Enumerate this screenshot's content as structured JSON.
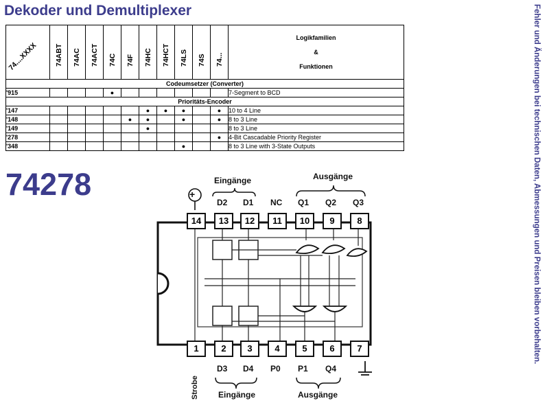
{
  "title": "Dekoder und Demultiplexer",
  "side_note": "Fehler und Änderungen bei technischen Daten, Abmessungen und Preisen bleiben vorbehalten.",
  "table": {
    "first_header": "74....XXXX",
    "columns": [
      "74ABT",
      "74AC",
      "74ACT",
      "74C",
      "74F",
      "74HC",
      "74HCT",
      "74LS",
      "74S",
      "74..."
    ],
    "header_right": [
      "Logikfamilien",
      "&",
      "Funktionen"
    ],
    "sections": [
      {
        "title": "Codeumsetzer (Converter)",
        "rows": [
          {
            "part": "'915",
            "dots": [
              false,
              false,
              false,
              true,
              false,
              false,
              false,
              false,
              false,
              false
            ],
            "function": "7-Segment to BCD"
          }
        ]
      },
      {
        "title": "Prioritäts-Encoder",
        "rows": [
          {
            "part": "'147",
            "dots": [
              false,
              false,
              false,
              false,
              false,
              true,
              true,
              true,
              false,
              true
            ],
            "function": "10 to 4 Line"
          },
          {
            "part": "'148",
            "dots": [
              false,
              false,
              false,
              false,
              true,
              true,
              false,
              true,
              false,
              true
            ],
            "function": "8 to 3 Line"
          },
          {
            "part": "'149",
            "dots": [
              false,
              false,
              false,
              false,
              false,
              true,
              false,
              false,
              false,
              false
            ],
            "function": "8 to 3 Line"
          },
          {
            "part": "'278",
            "dots": [
              false,
              false,
              false,
              false,
              false,
              false,
              false,
              false,
              false,
              true
            ],
            "function": "4-Bit Cascadable Priority Register"
          },
          {
            "part": "'348",
            "dots": [
              false,
              false,
              false,
              false,
              false,
              false,
              false,
              true,
              false,
              false
            ],
            "function": "8 to 3 Line with 3-State Outputs"
          }
        ]
      }
    ],
    "dot_symbol": "●"
  },
  "part_number": "74278",
  "diagram": {
    "top_group_in": "Eingänge",
    "top_group_out": "Ausgänge",
    "bottom_group_in": "Eingänge",
    "bottom_group_out": "Ausgänge",
    "vcc_symbol": "+",
    "top_pins": [
      {
        "num": "14",
        "label": ""
      },
      {
        "num": "13",
        "label": "D2"
      },
      {
        "num": "12",
        "label": "D1"
      },
      {
        "num": "11",
        "label": "NC"
      },
      {
        "num": "10",
        "label": "Q1"
      },
      {
        "num": "9",
        "label": "Q2"
      },
      {
        "num": "8",
        "label": "Q3"
      }
    ],
    "bottom_pins": [
      {
        "num": "1",
        "label": "Strobe"
      },
      {
        "num": "2",
        "label": "D3"
      },
      {
        "num": "3",
        "label": "D4"
      },
      {
        "num": "4",
        "label": "P0"
      },
      {
        "num": "5",
        "label": "P1"
      },
      {
        "num": "6",
        "label": "Q4"
      },
      {
        "num": "7",
        "label": ""
      }
    ]
  }
}
